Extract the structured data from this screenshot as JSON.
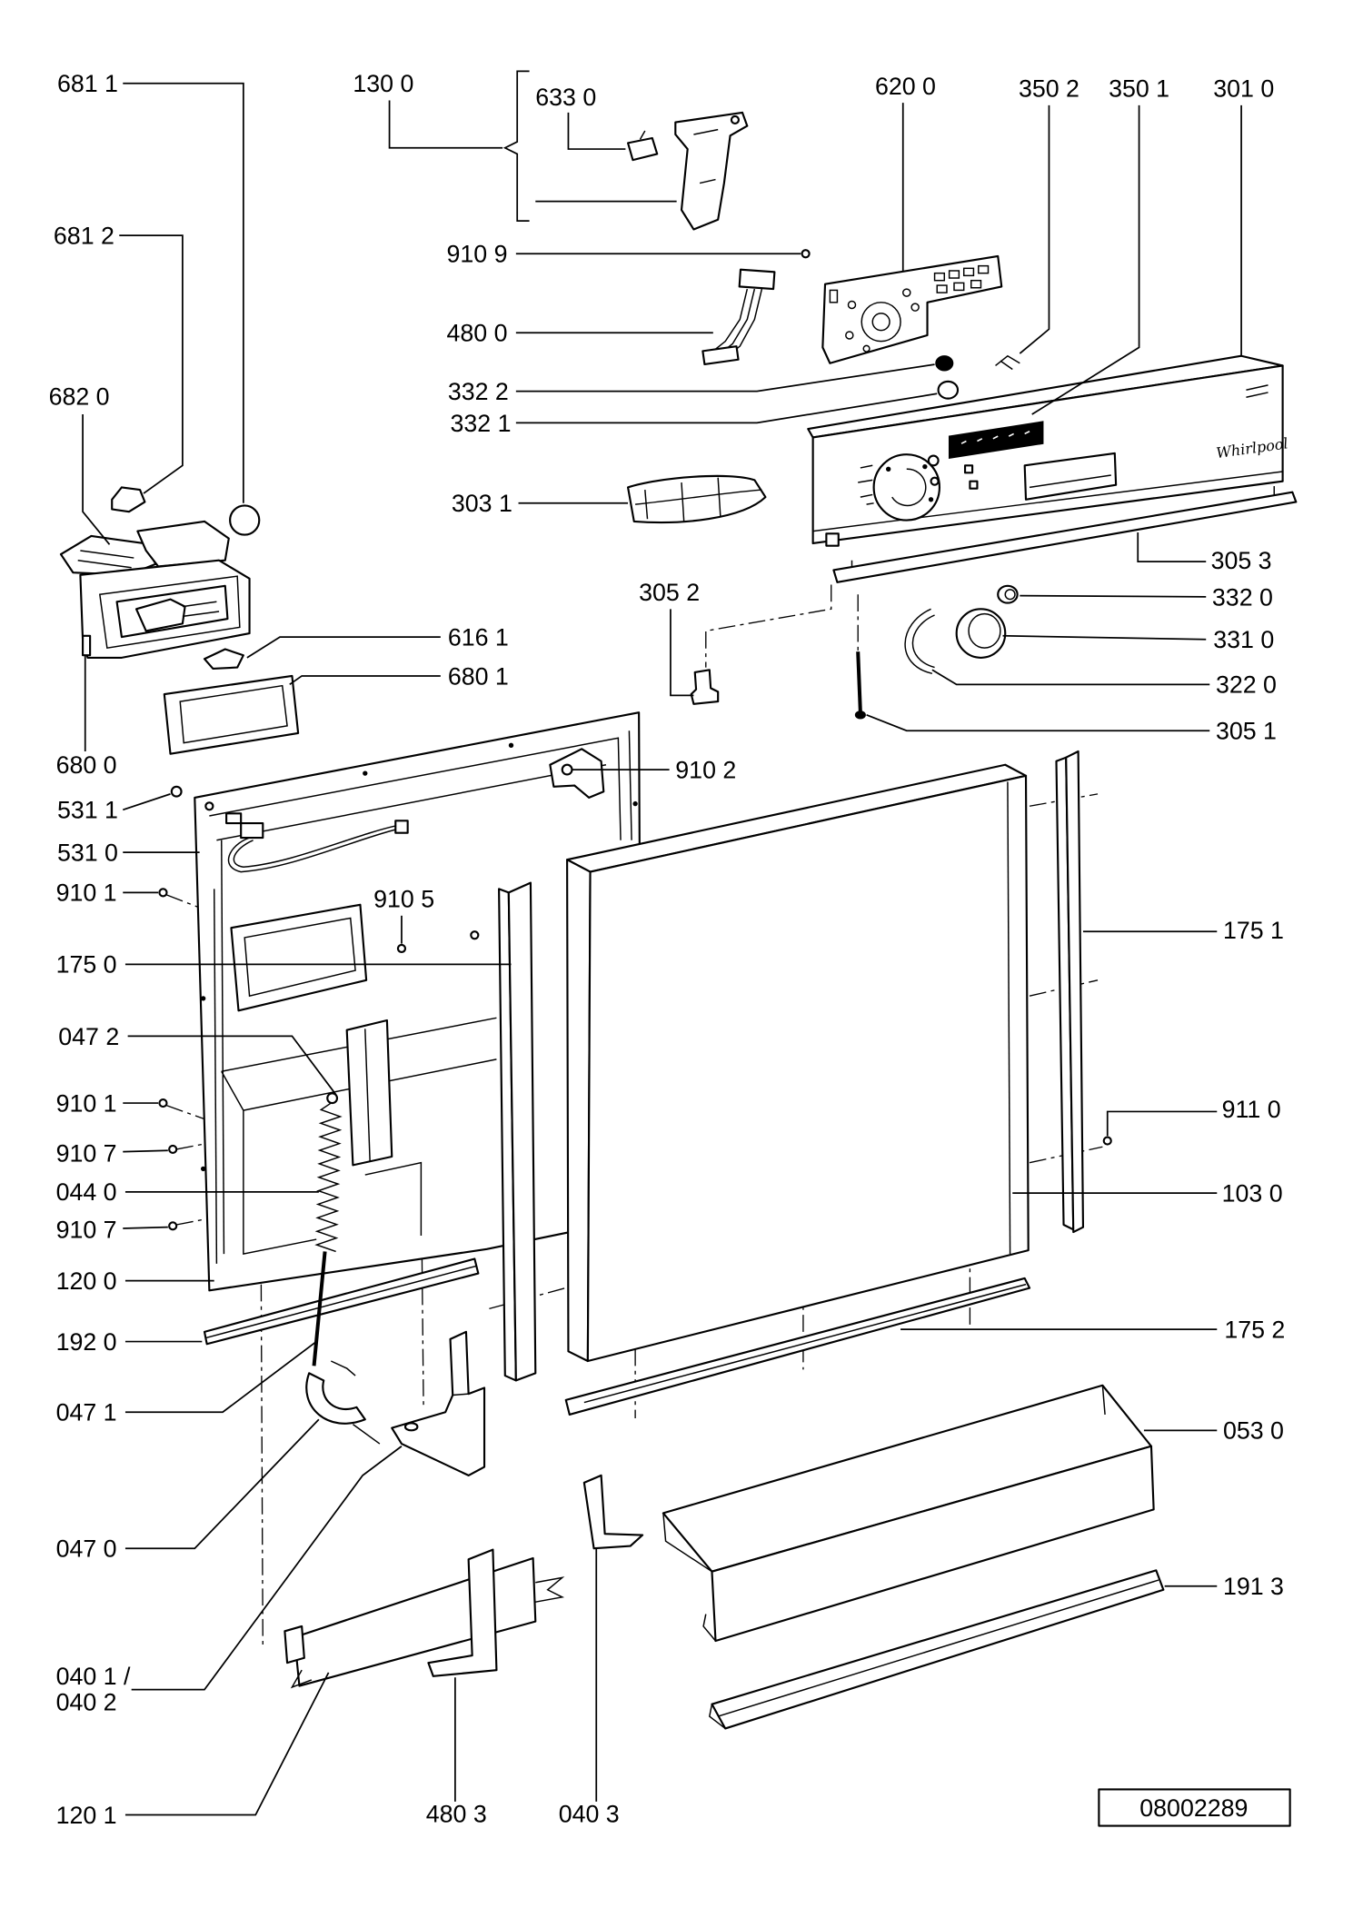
{
  "diagram": {
    "labels": {
      "p681_1": "681 1",
      "p130_0": "130 0",
      "p633_0": "633 0",
      "p620_0": "620 0",
      "p350_2": "350 2",
      "p350_1": "350 1",
      "p301_0": "301 0",
      "p681_2": "681 2",
      "p910_9": "910 9",
      "p480_0": "480 0",
      "p682_0": "682 0",
      "p332_2": "332 2",
      "p332_1": "332 1",
      "p303_1": "303 1",
      "p305_2": "305 2",
      "p305_3": "305 3",
      "p332_0": "332 0",
      "p331_0": "331 0",
      "p322_0": "322 0",
      "p305_1": "305 1",
      "p616_1": "616 1",
      "p680_1": "680 1",
      "p680_0": "680 0",
      "p910_2": "910 2",
      "p531_1": "531 1",
      "p531_0": "531 0",
      "p910_1_a": "910 1",
      "p910_5": "910 5",
      "p175_0": "175 0",
      "p175_1": "175 1",
      "p047_2": "047 2",
      "p910_1_b": "910 1",
      "p911_0": "911 0",
      "p910_7_a": "910 7",
      "p044_0": "044 0",
      "p103_0": "103 0",
      "p910_7_b": "910 7",
      "p120_0": "120 0",
      "p175_2": "175 2",
      "p192_0": "192 0",
      "p047_1": "047 1",
      "p053_0": "053 0",
      "p047_0": "047 0",
      "p191_3": "191 3",
      "p040_1": "040 1 /",
      "p040_2": "040 2",
      "p120_1": "120 1",
      "p480_3": "480 3",
      "p040_3": "040 3"
    },
    "drawing_number": "08002289",
    "brand_logo": "Whirlpool"
  }
}
